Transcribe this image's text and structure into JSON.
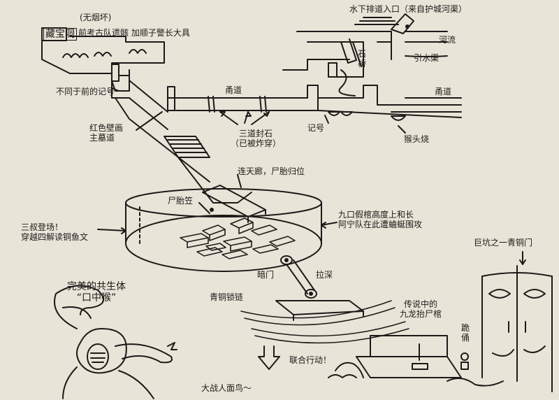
{
  "labels": {
    "zone_note": "(无烟坏)",
    "vault": "藏宝洞",
    "vault_note": "前考古队遗骸 加顺子警长大具",
    "drain_entrance": "水下排道入口（来自护城河渠）",
    "river": "河流",
    "stone_bridge": "石桥",
    "channel": "引水渠",
    "unmarked_notes": "不同于前的记号",
    "corridor_left": "甬道",
    "corridor_right": "甬道",
    "mural_main": "红色壁画\n主墓道",
    "three_seals": "三道封石\n（已被炸穿）",
    "mark": "记号",
    "monkey_bowls": "猴头烧",
    "overpass": "连天廊，尸胎归位",
    "corpse_pit": "尸胎笠",
    "nine_pillars": "九口假棺高度上和长\n阿宁队在此遭蛐蜒围攻",
    "three_objects": "三叔登场！\n穿越四解读铜鱼文",
    "side_door": "暗门",
    "pull_depth": "拉深",
    "bronze_chain": "青铜锁链",
    "giant_pit": "巨坑之一青铜门",
    "perfect_body": "完美的共生体\n“口中猴”",
    "legend_coffin": "传说中的\n九龙抬尸棺",
    "kneeling": "跪俑",
    "joint_action": "联合行动！",
    "big_battle": "大战人面鸟～"
  },
  "colors": {
    "paper": "#e9e4d8",
    "ink": "#1c1a18"
  }
}
